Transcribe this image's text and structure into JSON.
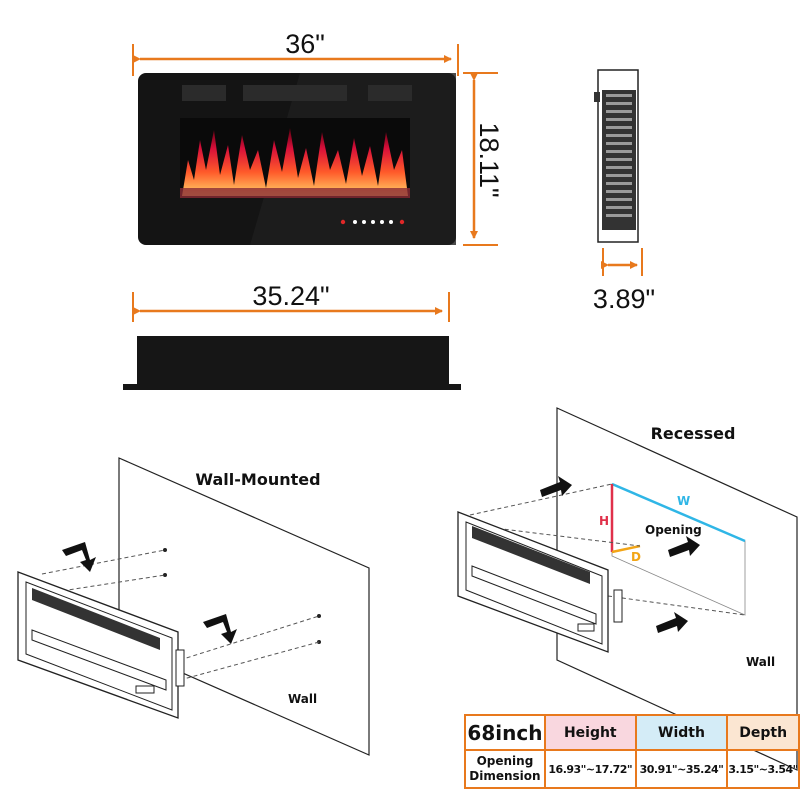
{
  "dimensions": {
    "width": "36\"",
    "height": "18.11\"",
    "depth": "3.89\"",
    "bottom_width": "35.24\""
  },
  "captions": {
    "wall_mounted": "Wall-Mounted",
    "recessed": "Recessed",
    "wall_left": "Wall",
    "wall_right": "Wall",
    "opening": "Opening",
    "h": "H",
    "w": "W",
    "d": "D"
  },
  "table": {
    "size": "68inch",
    "headers": [
      "Height",
      "Width",
      "Depth"
    ],
    "row_label_line1": "Opening",
    "row_label_line2": "Dimension",
    "values": [
      "16.93\"~17.72\"",
      "30.91\"~35.24\"",
      "3.15\"~3.54\""
    ]
  },
  "colors": {
    "dimension_orange": "#e8791d",
    "height_line": "#e0304a",
    "width_line": "#2fb6e6",
    "depth_line": "#f2a516",
    "height_bg": "#f9d7df",
    "width_bg": "#d4ecf7",
    "depth_bg": "#fbe6d2"
  }
}
